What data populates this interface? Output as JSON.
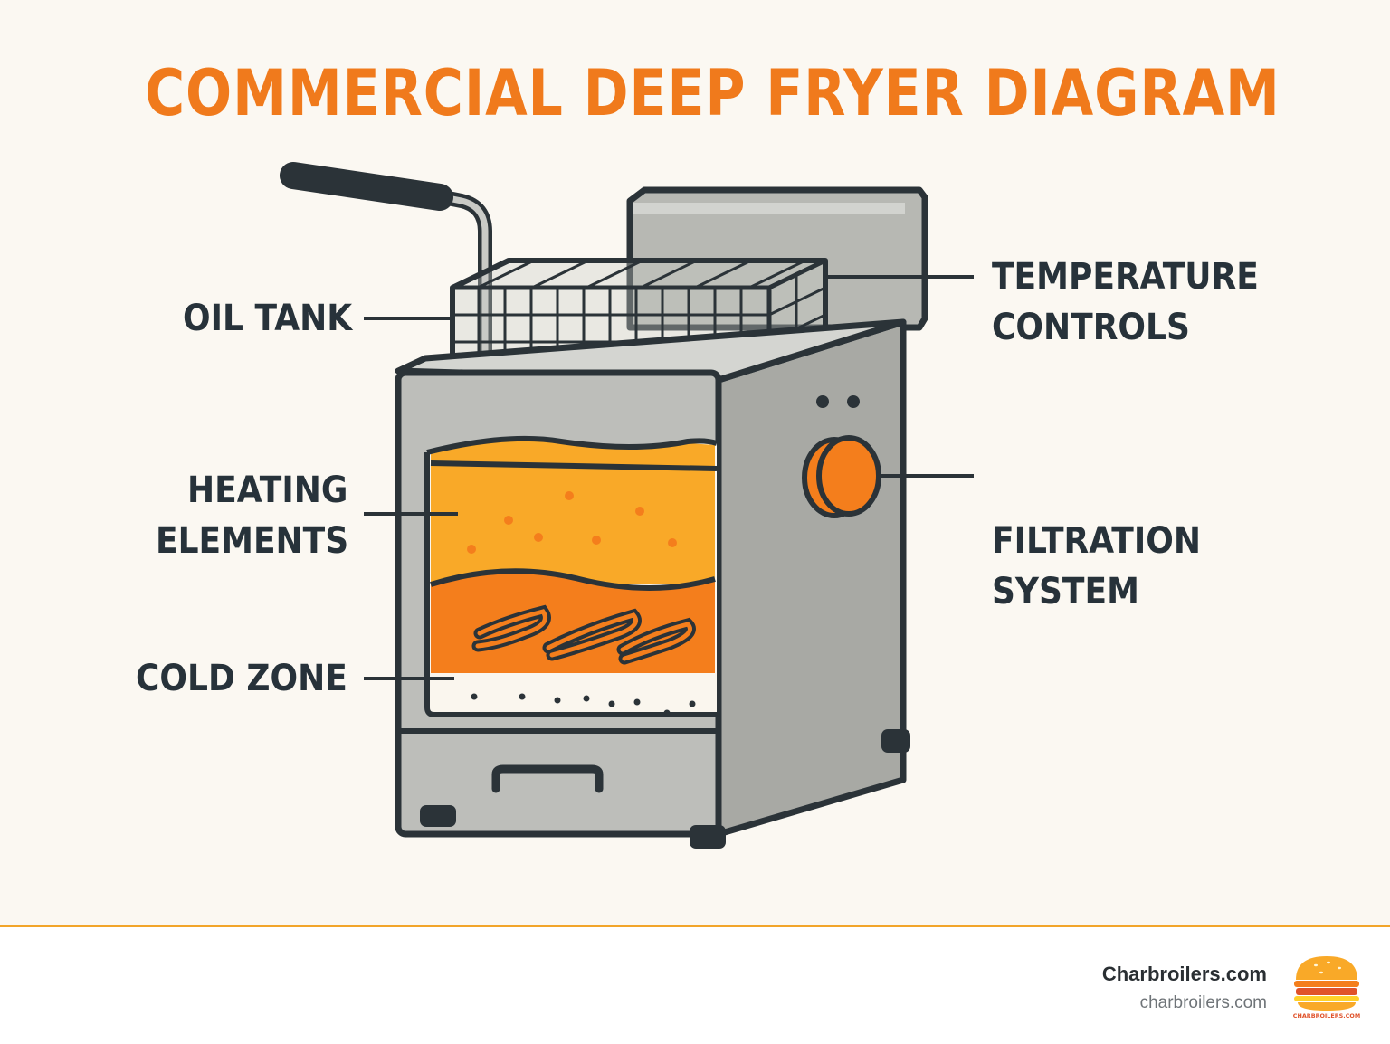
{
  "title": "COMMERCIAL DEEP FRYER DIAGRAM",
  "labels": {
    "oil_tank": "OIL TANK",
    "heating_elements": [
      "HEATING",
      "ELEMENTS"
    ],
    "cold_zone": "COLD ZONE",
    "temperature_controls": [
      "TEMPERATURE",
      "CONTROLS"
    ],
    "filtration_system": [
      "FILTRATION",
      "SYSTEM"
    ]
  },
  "footer": {
    "brand_name": "Charbroilers.com",
    "brand_url": "charbroilers.com",
    "logo_text": "CHARBROILERS.COM"
  },
  "colors": {
    "title": "#f07a1c",
    "label": "#27323a",
    "accent": "#f2a52a",
    "steel": "#b9bab5",
    "oil": "#f9a928",
    "hot_oil": "#f47e1c"
  }
}
